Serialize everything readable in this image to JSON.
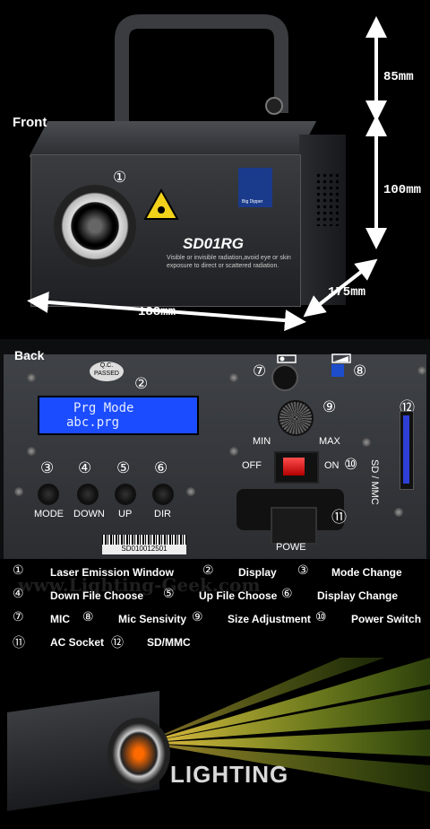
{
  "front": {
    "label": "Front",
    "model": "SD01RG",
    "warning_text": "Visible or invisible radiation,avoid eye or skin exposure to direct or scattered radiation.",
    "brand": "Big Dipper",
    "marker": "①",
    "dim_height_top": "85mm",
    "dim_height": "100mm",
    "dim_depth": "175mm",
    "dim_width": "188mm"
  },
  "back": {
    "label": "Back",
    "lcd_line1": "Prg Mode",
    "lcd_line2": "abc.prg",
    "qc": "Q.C. PASSED",
    "buttons": [
      "MODE",
      "DOWN",
      "UP",
      "DIR"
    ],
    "button_markers": [
      "③",
      "④",
      "⑤",
      "⑥"
    ],
    "marker_display": "②",
    "marker_mic": "⑦",
    "marker_sens": "⑧",
    "marker_size": "⑨",
    "marker_power": "⑩",
    "marker_socket": "⑪",
    "marker_sd": "⑫",
    "knob_min": "MIN",
    "knob_max": "MAX",
    "switch_off": "OFF",
    "switch_on": "ON",
    "sd_label": "SD / MMC",
    "power_label": "POWE",
    "barcode": "SD010012501"
  },
  "legend": [
    {
      "n": "①",
      "label": "Laser  Emission  Window"
    },
    {
      "n": "②",
      "label": "Display"
    },
    {
      "n": "③",
      "label": "Mode Change"
    },
    {
      "n": "④",
      "label": "Down File Choose"
    },
    {
      "n": "⑤",
      "label": "Up File Choose"
    },
    {
      "n": "⑥",
      "label": "Display Change"
    },
    {
      "n": "⑦",
      "label": "MIC"
    },
    {
      "n": "⑧",
      "label": "Mic Sensivity"
    },
    {
      "n": "⑨",
      "label": "Size Adjustment"
    },
    {
      "n": "⑩",
      "label": "Power Switch"
    },
    {
      "n": "⑪",
      "label": "AC Socket"
    },
    {
      "n": "⑫",
      "label": "SD/MMC"
    }
  ],
  "watermark": "www.Lighting-Geek.com",
  "bottom_logo": "LIGHTING",
  "colors": {
    "lcd": "#1b4cff",
    "beam_green": "#b8ff2e",
    "beam_red": "#ff5a1a",
    "sd_slot": "#2e3fd6"
  }
}
